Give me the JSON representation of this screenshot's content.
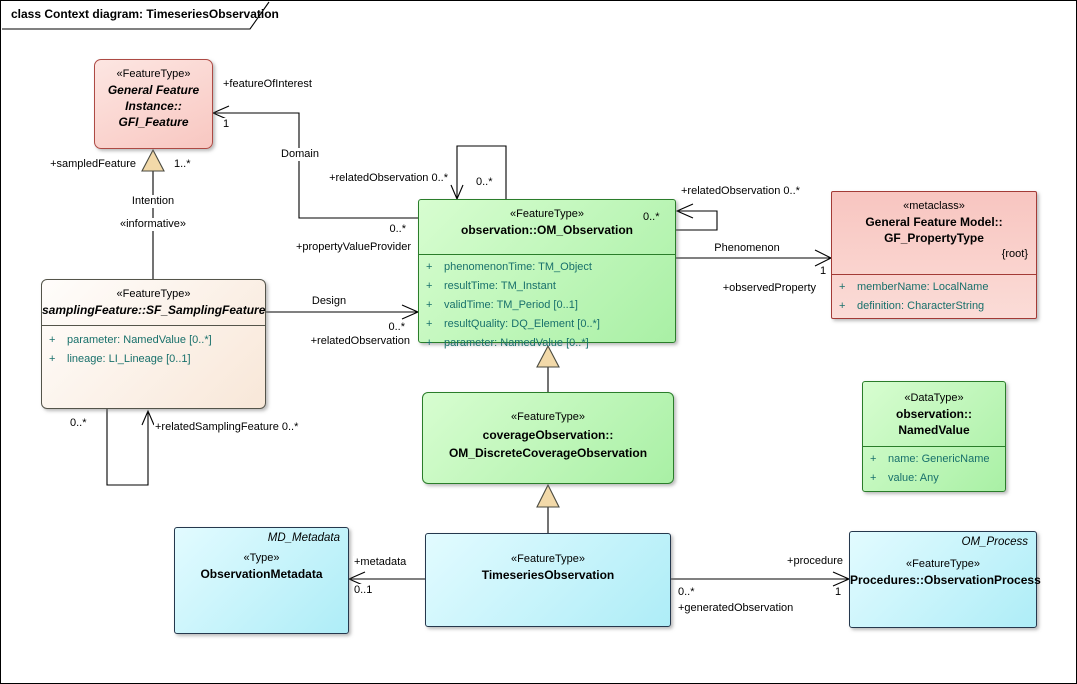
{
  "diagram": {
    "title": "class Context diagram: TimeseriesObservation"
  },
  "colors": {
    "featuretype_green_fill": "#b9f6b0",
    "featuretype_green_border": "#2a7d2a",
    "metaclass_pink_fill": "#f9cfc9",
    "metaclass_pink_border": "#a33b36",
    "instance_cyan_fill": "#c6f3fa",
    "instance_cyan_border": "#25384d",
    "sampling_cream_fill": "#faeee2",
    "attribute_text": "#18706b",
    "generalization_triangle": "#f2d9a9"
  },
  "classes": {
    "gfi_feature": {
      "stereotype": "«FeatureType»",
      "name1": "General Feature",
      "name2": "Instance::",
      "name3": "GFI_Feature"
    },
    "om_observation": {
      "stereotype": "«FeatureType»",
      "name": "observation::OM_Observation",
      "attributes": [
        {
          "vis": "+",
          "text": "phenomenonTime: TM_Object"
        },
        {
          "vis": "+",
          "text": "resultTime: TM_Instant"
        },
        {
          "vis": "+",
          "text": "validTime: TM_Period [0..1]"
        },
        {
          "vis": "+",
          "text": "resultQuality: DQ_Element [0..*]"
        },
        {
          "vis": "+",
          "text": "parameter: NamedValue [0..*]"
        }
      ]
    },
    "gf_property_type": {
      "stereotype": "«metaclass»",
      "name1": "General Feature Model::",
      "name2": "GF_PropertyType",
      "tag": "{root}",
      "attributes": [
        {
          "vis": "+",
          "text": "memberName: LocalName"
        },
        {
          "vis": "+",
          "text": "definition: CharacterString"
        }
      ]
    },
    "sf_sampling_feature": {
      "stereotype": "«FeatureType»",
      "name": "samplingFeature::SF_SamplingFeature",
      "attributes": [
        {
          "vis": "+",
          "text": "parameter: NamedValue [0..*]"
        },
        {
          "vis": "+",
          "text": "lineage: LI_Lineage [0..1]"
        }
      ]
    },
    "om_discrete_coverage_observation": {
      "stereotype": "«FeatureType»",
      "name1": "coverageObservation::",
      "name2": "OM_DiscreteCoverageObservation"
    },
    "named_value": {
      "stereotype": "«DataType»",
      "name1": "observation::",
      "name2": "NamedValue",
      "attributes": [
        {
          "vis": "+",
          "text": "name: GenericName"
        },
        {
          "vis": "+",
          "text": "value: Any"
        }
      ]
    },
    "observation_metadata": {
      "classifier": "MD_Metadata",
      "stereotype": "«Type»",
      "name": "ObservationMetadata"
    },
    "timeseries_observation": {
      "stereotype": "«FeatureType»",
      "name": "TimeseriesObservation"
    },
    "observation_process": {
      "classifier": "OM_Process",
      "stereotype": "«FeatureType»",
      "name": "Procedures::ObservationProcess"
    }
  },
  "associations": {
    "domain": {
      "name": "Domain",
      "target_role": "+featureOfInterest",
      "target_mult": "1",
      "source_role": "+propertyValueProvider",
      "source_mult": "0..*"
    },
    "self_top": {
      "target_role": "+relatedObservation 0..*",
      "source_mult": "0..*"
    },
    "self_right": {
      "target_role": "+relatedObservation 0..*",
      "source_mult": "0..*"
    },
    "phenomenon": {
      "name": "Phenomenon",
      "target_role": "+observedProperty",
      "target_mult": "1"
    },
    "intention": {
      "name": "Intention",
      "stereotype": "«informative»",
      "target_role": "+sampledFeature",
      "target_mult": "1..*"
    },
    "design": {
      "name": "Design",
      "target_role": "+relatedObservation",
      "target_mult": "0..*"
    },
    "self_sampling": {
      "target_role": "+relatedSamplingFeature 0..*",
      "source_mult": "0..*"
    },
    "metadata": {
      "target_role": "+metadata",
      "target_mult": "0..1"
    },
    "procedure": {
      "target_role": "+procedure",
      "target_mult": "1",
      "source_role": "+generatedObservation",
      "source_mult": "0..*"
    }
  }
}
